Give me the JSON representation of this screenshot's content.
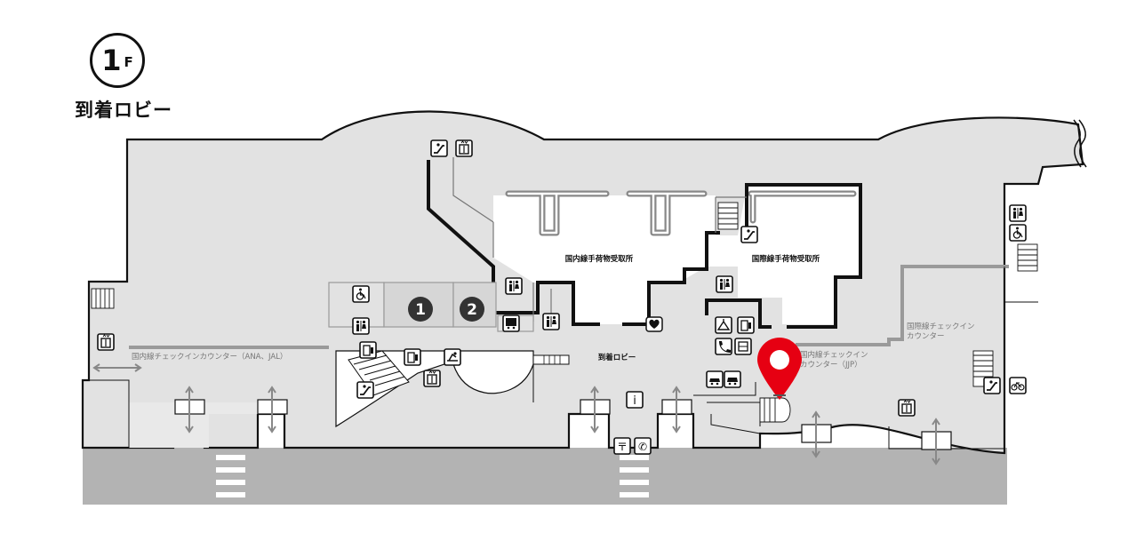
{
  "floor": {
    "number": "1",
    "suffix": "F",
    "title": "到着ロビー"
  },
  "labels": {
    "dom_baggage": "国内線手荷物受取所",
    "intl_baggage": "国際線手荷物受取所",
    "arrival_lobby": "到着ロビー",
    "dom_checkin": "国内線チェックインカウンター（ANA、JAL）",
    "jjp_checkin_1": "国内線チェックイン",
    "jjp_checkin_2": "カウンター（JJP）",
    "intl_checkin_1": "国際線チェックイン",
    "intl_checkin_2": "カウンター"
  },
  "markers": {
    "one": "1",
    "two": "2"
  },
  "icons": {
    "info": "i",
    "post": "〒",
    "phone": "✆"
  },
  "colors": {
    "building": "#e2e2e2",
    "wall": "#111111",
    "road": "#b3b3b3",
    "pin": "#e60012",
    "counter": "#9a9a9a",
    "inner_line": "#7a7a7a"
  }
}
